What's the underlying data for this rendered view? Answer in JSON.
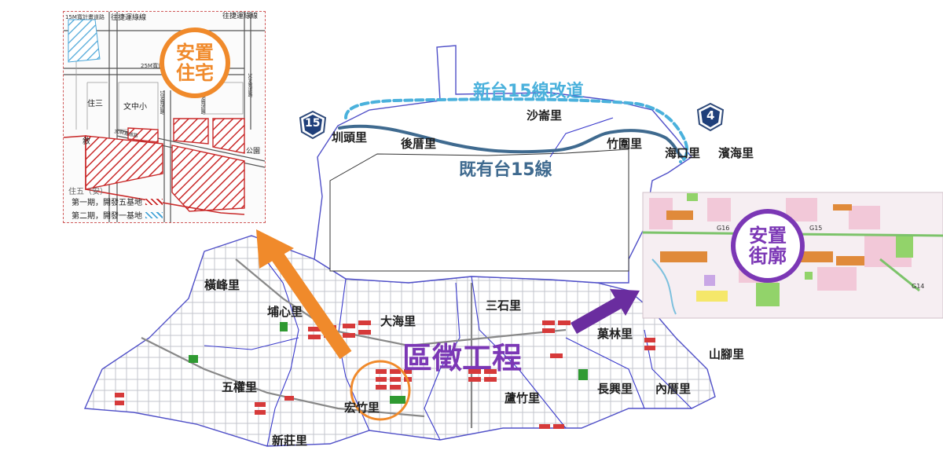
{
  "colors": {
    "district_boundary": "#3a3acc",
    "road_grid": "#9aa0a8",
    "old_tai15": "#3f6a8f",
    "new_tai15": "#4ab1dc",
    "zone_red": "#d63a3a",
    "zone_green": "#2f9a32",
    "arrow_orange": "#f08a2b",
    "arrow_purple": "#6a2d9f",
    "title_purple": "#7b37b5"
  },
  "labels": {
    "new_tai15": "新台15線改道",
    "existing_tai15": "既有台15線",
    "zone_project": "區徵工程",
    "resettle_housing": [
      "安置",
      "住宅"
    ],
    "resettle_arcade": [
      "安置",
      "街廓"
    ],
    "route_15": "15",
    "route_4": "4"
  },
  "districts": [
    {
      "id": "kantou",
      "name": "圳頭里"
    },
    {
      "id": "houcuo",
      "name": "後厝里"
    },
    {
      "id": "shalun",
      "name": "沙崙里"
    },
    {
      "id": "zhuwei",
      "name": "竹圍里"
    },
    {
      "id": "haikou",
      "name": "海口里"
    },
    {
      "id": "binhai",
      "name": "濱海里"
    },
    {
      "id": "hengfeng",
      "name": "橫峰里"
    },
    {
      "id": "puxin",
      "name": "埔心里"
    },
    {
      "id": "dahai",
      "name": "大海里"
    },
    {
      "id": "sanshi",
      "name": "三石里"
    },
    {
      "id": "yelin",
      "name": "菓林里"
    },
    {
      "id": "shanjiao",
      "name": "山腳里"
    },
    {
      "id": "wuquan",
      "name": "五權里"
    },
    {
      "id": "hongzhu",
      "name": "宏竹里"
    },
    {
      "id": "luzhu",
      "name": "蘆竹里"
    },
    {
      "id": "changxing",
      "name": "長興里"
    },
    {
      "id": "neicuo",
      "name": "內厝里"
    },
    {
      "id": "xinzhuang",
      "name": "新莊里"
    }
  ],
  "inset": {
    "top_road_left": "15M寬計畫道路",
    "top_road_mid": "往捷運綠線",
    "top_road_right": "往捷運綠線",
    "road_25m": "25M寬道路",
    "road_30m_right": "30M寬道路",
    "road_30m_left": "30M寬道路",
    "road_10m_left": "10M寬道路",
    "road_10m_right": "10M寬道路",
    "zhu_san": "住三",
    "wen_zhong_xiao": "文中小",
    "xu": "敘",
    "park": "公園",
    "zhu_wu": "住五（安）",
    "legend": [
      {
        "label": "第一期，開發五基地",
        "style": "red-hatch"
      },
      {
        "label": "第二期，開發一基地",
        "style": "blue-hatch"
      }
    ]
  },
  "right_inset": {
    "road_tags": [
      "G16",
      "G15",
      "G14"
    ]
  }
}
